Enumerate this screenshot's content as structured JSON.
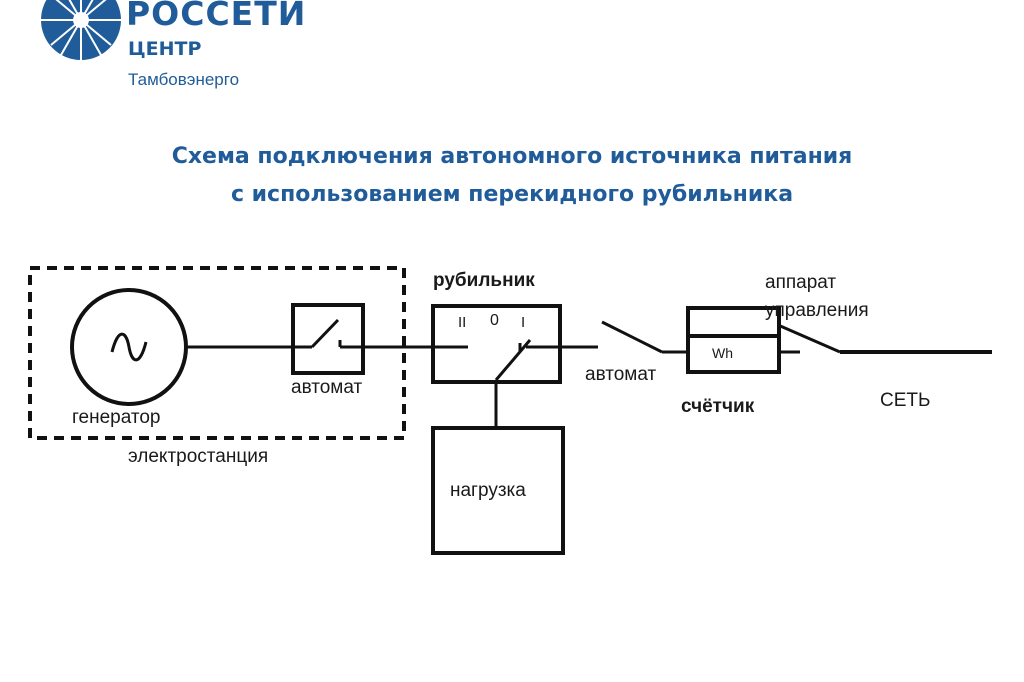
{
  "brand": {
    "name": "РОССЕТИ",
    "subtitle": "ЦЕНТР",
    "branch": "Тамбовэнерго",
    "color": "#1f5c99"
  },
  "title": {
    "line1": "Схема подключения автономного источника питания",
    "line2": "с использованием перекидного рубильника"
  },
  "diagram": {
    "switch_label": "рубильник",
    "switch_positions": [
      "II",
      "0",
      "I"
    ],
    "breaker1_label": "автомат",
    "generator_label": "генератор",
    "station_label": "электростанция",
    "breaker2_label": "автомат",
    "meter_unit": "Wh",
    "meter_label": "счётчик",
    "control_label_line1": "аппарат",
    "control_label_line2": "управления",
    "grid_label": "СЕТЬ",
    "load_label": "нагрузка"
  }
}
